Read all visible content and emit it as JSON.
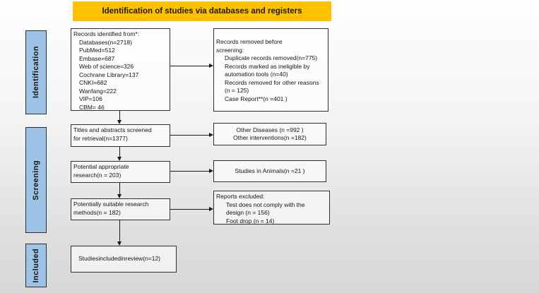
{
  "header": {
    "title": "Identification of studies via databases and registers"
  },
  "colors": {
    "header_bg": "#FFC000",
    "stage_bg": "#9DC3E6",
    "line": "#1a1a1a"
  },
  "sidebar": {
    "items": [
      {
        "label": "Identification"
      },
      {
        "label": "Screening"
      },
      {
        "label": "Included"
      }
    ]
  },
  "flow": {
    "records_identified": {
      "lines": [
        "Records identified from*:",
        "Databases(n=2718)",
        "PubMed=512",
        "Embase=687",
        "Web of science=326",
        "Cochrane Library=137",
        "CNKI=682",
        "Wanfang=222",
        "VIP=106",
        "CBM= 46"
      ]
    },
    "records_removed": {
      "lines": [
        "Records removed before",
        "screening:",
        "Duplicate records removed(n=775)",
        "Records marked as ineligible by",
        "automation tools (n=40)",
        "Records removed for other reasons",
        "(n = 125)",
        "Case Report**(n =401 )"
      ]
    },
    "titles_screened": {
      "lines": [
        "Titles and abstracts screened",
        "for retrieval(n=1377)"
      ]
    },
    "other_excluded": {
      "lines": [
        "Other Diseases (n =992 )",
        "Other interventions(n =182)"
      ]
    },
    "potential_research": {
      "lines": [
        "Potential appropriate",
        "research(n = 203)"
      ]
    },
    "animal_studies": {
      "lines": [
        "Studies in Animals(n =21 )"
      ]
    },
    "suitable_methods": {
      "lines": [
        "Potentially suitable research",
        "methods(n = 182)"
      ]
    },
    "reports_excluded": {
      "lines": [
        "Reports excluded:",
        "Test does not comply with the",
        "design (n = 156)",
        "Foot drop (n = 14)"
      ]
    },
    "included_review": {
      "lines": [
        "Studiesincludedinreview(n=12)"
      ]
    }
  }
}
